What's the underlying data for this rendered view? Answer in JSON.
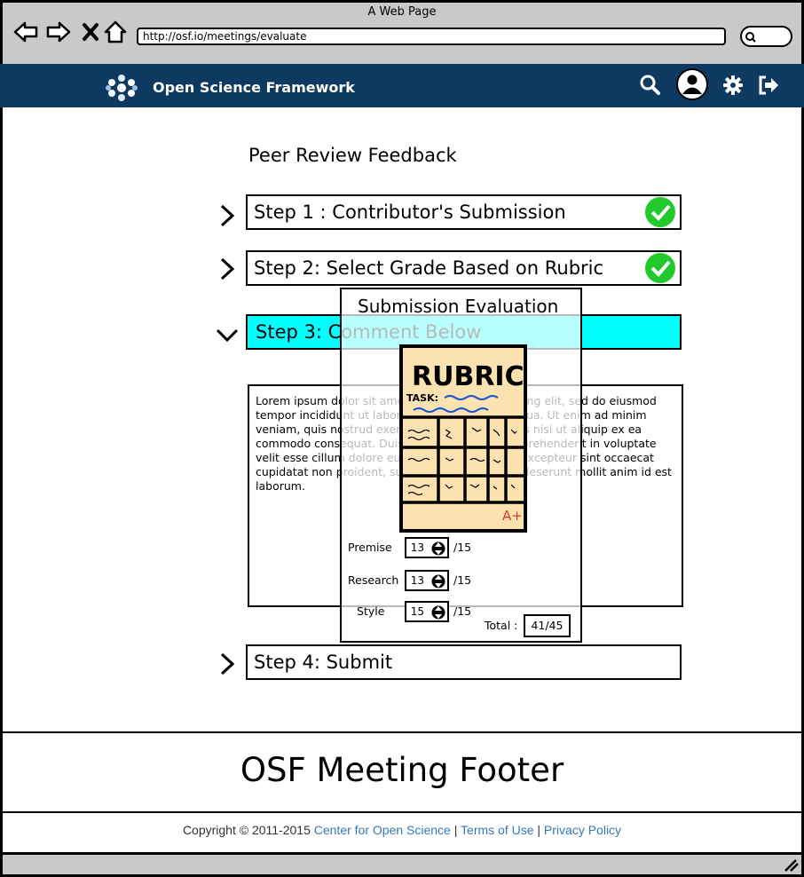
{
  "window": {
    "title": "A Web Page",
    "url": "http://osf.io/meetings/evaluate"
  },
  "navbar": {
    "brand": "Open Science Framework"
  },
  "page": {
    "title": "Peer Review Feedback"
  },
  "steps": [
    {
      "label": "Step 1 : Contributor's Submission",
      "complete": true
    },
    {
      "label": "Step 2:  Select Grade Based on Rubric",
      "complete": true
    },
    {
      "label": "Step 3:  Comment Below",
      "complete": false
    },
    {
      "label": "Step 4:  Submit",
      "complete": false
    }
  ],
  "comment": {
    "text": "Lorem ipsum dolor sit amet, consectetur adipiscing elit, sed do eiusmod tempor incididunt ut labore et dolore magna aliqua. Ut enim ad minim veniam, quis nostrud exercitation ullamco laboris nisi ut aliquip ex ea commodo consequat. Duis aute irure dolor in reprehenderit in voluptate velit esse cillum dolore eu fugiat nulla pariatur. Excepteur sint occaecat cupidatat non proident, sunt in culpa qui officia deserunt mollit anim id est laborum."
  },
  "evaluation": {
    "title": "Submission Evaluation",
    "rubric_heading": "RUBRIC",
    "rubric_task": "TASK:",
    "rubric_grade": "A+",
    "scores": [
      {
        "label": "Premise",
        "value": "13",
        "max": "/15"
      },
      {
        "label": "Research",
        "value": "13",
        "max": "/15"
      },
      {
        "label": "Style",
        "value": "15",
        "max": "/15"
      }
    ],
    "total_label": "Total :",
    "total_value": "41/45"
  },
  "footer": {
    "title": "OSF Meeting Footer",
    "copyright": "Copyright © 2011-2015",
    "link1": "Center for Open Science",
    "sep": "|",
    "link2": "Terms of Use",
    "link3": "Privacy Policy"
  },
  "icons": [
    "back-icon",
    "forward-icon",
    "close-icon",
    "home-icon",
    "osf-logo-icon",
    "search-icon",
    "user-icon",
    "gear-icon",
    "logout-icon",
    "checkmark-icon",
    "chevron-right-icon",
    "chevron-down-icon",
    "resize-grip-icon"
  ],
  "colors": {
    "navbar": "#0e3a62",
    "active_step": "#00ffff",
    "check": "#22c92a",
    "link": "#337ab7"
  }
}
